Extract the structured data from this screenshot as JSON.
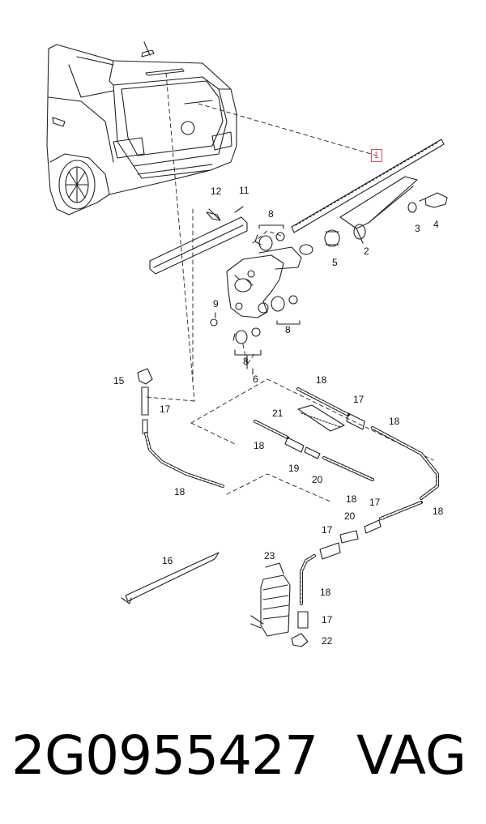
{
  "diagram": {
    "callouts": [
      {
        "id": "c1",
        "text": "1",
        "highlight": true
      },
      {
        "id": "c2",
        "text": "2"
      },
      {
        "id": "c3",
        "text": "3"
      },
      {
        "id": "c4",
        "text": "4"
      },
      {
        "id": "c5",
        "text": "5"
      },
      {
        "id": "c6",
        "text": "6"
      },
      {
        "id": "c8a",
        "text": "8"
      },
      {
        "id": "c8b",
        "text": "8"
      },
      {
        "id": "c8c",
        "text": "8"
      },
      {
        "id": "c9",
        "text": "9"
      },
      {
        "id": "c11",
        "text": "11"
      },
      {
        "id": "c12",
        "text": "12"
      },
      {
        "id": "c15",
        "text": "15"
      },
      {
        "id": "c16",
        "text": "16"
      },
      {
        "id": "c17a",
        "text": "17"
      },
      {
        "id": "c17b",
        "text": "17"
      },
      {
        "id": "c17c",
        "text": "17"
      },
      {
        "id": "c17d",
        "text": "17"
      },
      {
        "id": "c17e",
        "text": "17"
      },
      {
        "id": "c18a",
        "text": "18"
      },
      {
        "id": "c18b",
        "text": "18"
      },
      {
        "id": "c18c",
        "text": "18"
      },
      {
        "id": "c18d",
        "text": "18"
      },
      {
        "id": "c18e",
        "text": "18"
      },
      {
        "id": "c18f",
        "text": "18"
      },
      {
        "id": "c18g",
        "text": "18"
      },
      {
        "id": "c19",
        "text": "19"
      },
      {
        "id": "c20a",
        "text": "20"
      },
      {
        "id": "c20b",
        "text": "20"
      },
      {
        "id": "c21",
        "text": "21"
      },
      {
        "id": "c22",
        "text": "22"
      },
      {
        "id": "c23",
        "text": "23"
      }
    ],
    "highlight_color": "#e0505a"
  },
  "footer": {
    "part_number": "2G0955427",
    "brand": "VAG"
  }
}
